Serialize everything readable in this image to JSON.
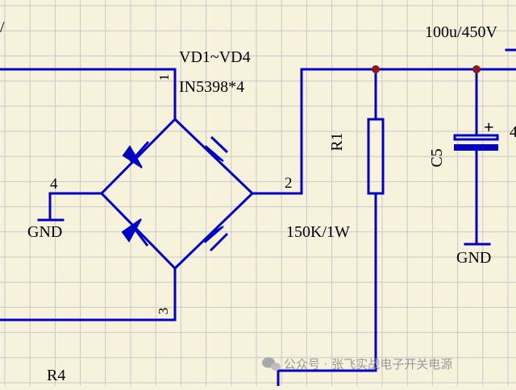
{
  "schematic": {
    "bridge": {
      "designator": "VD1~VD4",
      "part": "IN5398*4",
      "pins": [
        "1",
        "2",
        "3",
        "4"
      ]
    },
    "resistor": {
      "designator": "R1",
      "value": "150K/1W"
    },
    "capacitor": {
      "designator": "C5",
      "value": "100u/450V",
      "polarity": "+",
      "partial_label": "4"
    },
    "ground_labels": [
      "GND",
      "GND"
    ],
    "other_label": "R4",
    "partial_top_left": "/"
  },
  "watermark": {
    "text": "公众号 · 张飞实战电子开关电源"
  },
  "colors": {
    "background": "#f7f2dc",
    "grid": "#c9c9c9",
    "wire": "#0000c8",
    "junction": "#8b1a1a",
    "text": "#000000",
    "watermark": "#9a9a9a"
  }
}
